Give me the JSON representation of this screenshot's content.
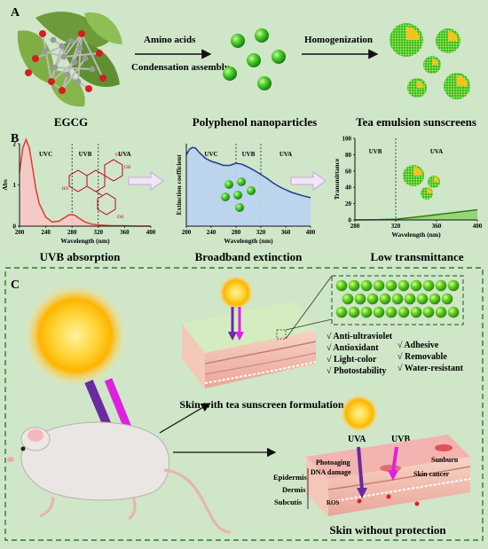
{
  "panel_a": {
    "label": "A",
    "arrow1_top": "Amino acids",
    "arrow1_bottom": "Condensation assembly",
    "arrow2_top": "Homogenization",
    "cap1": "EGCG",
    "cap2": "Polyphenol nanoparticles",
    "cap3": "Tea emulsion sunscreens"
  },
  "panel_b": {
    "label": "B",
    "cap1": "UVB absorption",
    "cap2": "Broadband extinction",
    "cap3": "Low transmittance"
  },
  "chart_data": [
    {
      "type": "line",
      "ylabel": "Abs",
      "xlabel": "Wavelength (nm)",
      "xlim": [
        200,
        400
      ],
      "ylim": [
        0,
        2
      ],
      "xticks": [
        "200",
        "240",
        "280",
        "320",
        "360",
        "400"
      ],
      "yticks": [
        "0",
        "1",
        "2"
      ],
      "regions": [
        "UVC",
        "UVB",
        "UVA"
      ],
      "region_bounds": [
        280,
        320
      ],
      "x": [
        200,
        205,
        210,
        215,
        220,
        225,
        230,
        240,
        250,
        260,
        270,
        275,
        280,
        285,
        290,
        300,
        310,
        320,
        330,
        340,
        360,
        380,
        400
      ],
      "y": [
        1.3,
        1.9,
        2.1,
        1.9,
        1.4,
        0.9,
        0.55,
        0.22,
        0.1,
        0.12,
        0.22,
        0.27,
        0.28,
        0.26,
        0.2,
        0.1,
        0.05,
        0.03,
        0.02,
        0.01,
        0.01,
        0.0,
        0.0
      ]
    },
    {
      "type": "line",
      "ylabel": "Extinction coefficient",
      "xlabel": "Wavelength (nm)",
      "xlim": [
        200,
        400
      ],
      "ylim": [
        0,
        2.2
      ],
      "xticks": [
        "200",
        "240",
        "280",
        "320",
        "360",
        "400"
      ],
      "regions": [
        "UVC",
        "UVB",
        "UVA"
      ],
      "region_bounds": [
        280,
        320
      ],
      "x": [
        200,
        205,
        210,
        215,
        220,
        230,
        240,
        250,
        260,
        270,
        280,
        290,
        300,
        310,
        320,
        330,
        340,
        350,
        360,
        370,
        380,
        390,
        400
      ],
      "y": [
        1.9,
        2.05,
        2.1,
        2.08,
        1.98,
        1.82,
        1.73,
        1.68,
        1.62,
        1.62,
        1.68,
        1.65,
        1.57,
        1.48,
        1.38,
        1.27,
        1.15,
        1.05,
        0.97,
        0.9,
        0.85,
        0.8,
        0.76
      ]
    },
    {
      "type": "area",
      "ylabel": "Transmittance",
      "xlabel": "Wavelength (nm)",
      "xlim": [
        280,
        400
      ],
      "ylim": [
        0,
        100
      ],
      "xticks": [
        "280",
        "320",
        "360",
        "400"
      ],
      "yticks": [
        "0",
        "20",
        "40",
        "60",
        "80",
        "100"
      ],
      "regions": [
        "UVB",
        "UVA"
      ],
      "region_bounds": [
        320
      ],
      "x": [
        280,
        300,
        320,
        340,
        360,
        380,
        400
      ],
      "y": [
        0,
        0.2,
        1,
        3.5,
        6.5,
        9.5,
        12.5
      ]
    }
  ],
  "panel_c": {
    "label": "C",
    "benefits_left": [
      "√ Anti-ultraviolet",
      "√ Antioxidant",
      "√ Light-color",
      "√ Photostability"
    ],
    "benefits_right": [
      "√ Adhesive",
      "√ Removable",
      "√ Water-resistant"
    ],
    "cap_top": "Skin with tea sunscreen formulation",
    "uva": "UVA",
    "uvb": "UVB",
    "layers": [
      "Epidermis",
      "Dermis",
      "Subcutis"
    ],
    "damage": [
      "Photoaging",
      "DNA damage",
      "Sunburn",
      "Skin cancer",
      "ROS"
    ],
    "cap_bottom": "Skin without protection"
  }
}
